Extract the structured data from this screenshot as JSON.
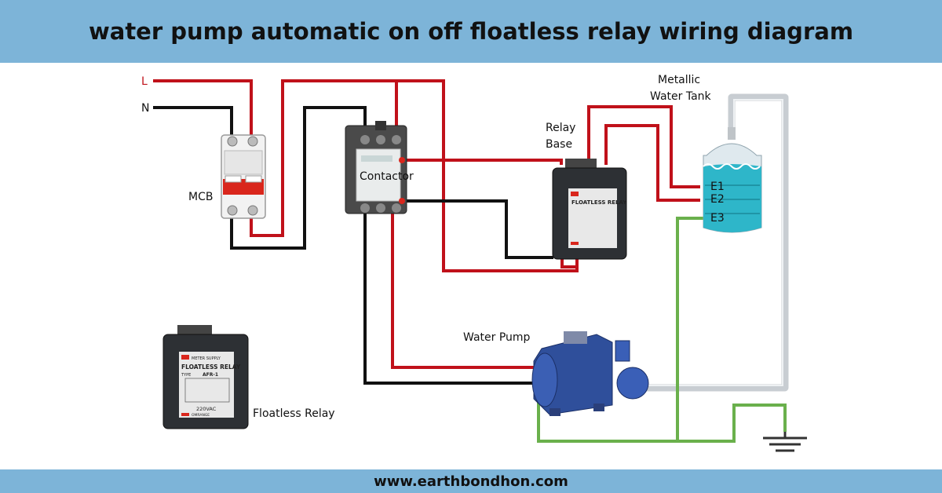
{
  "title": "water pump automatic on off floatless relay wiring diagram",
  "footer": "www.earthbondhon.com",
  "labels": {
    "line": "L",
    "neutral": "N",
    "mcb": "MCB",
    "contactor": "Contactor",
    "relay_base_1": "Relay",
    "relay_base_2": "Base",
    "tank_1": "Metallic",
    "tank_2": "Water Tank",
    "e1": "E1",
    "e2": "E2",
    "e3": "E3",
    "pump": "Water Pump",
    "floatless_relay": "Floatless Relay"
  },
  "relay_face": {
    "name": "FLOATLESS RELAY",
    "model": "AFR-1",
    "type": "TYPE",
    "voltage": "220VAC",
    "supply": "METER SUPPLY",
    "brand": "OMRANGE"
  },
  "colors": {
    "header_bg": "#7db4d8",
    "line_wire": "#c0111a",
    "neutral_wire": "#111111",
    "earth_wire": "#6ab04c",
    "pipe": "#c8cdd2",
    "tank_water": "#2eb6c9"
  }
}
